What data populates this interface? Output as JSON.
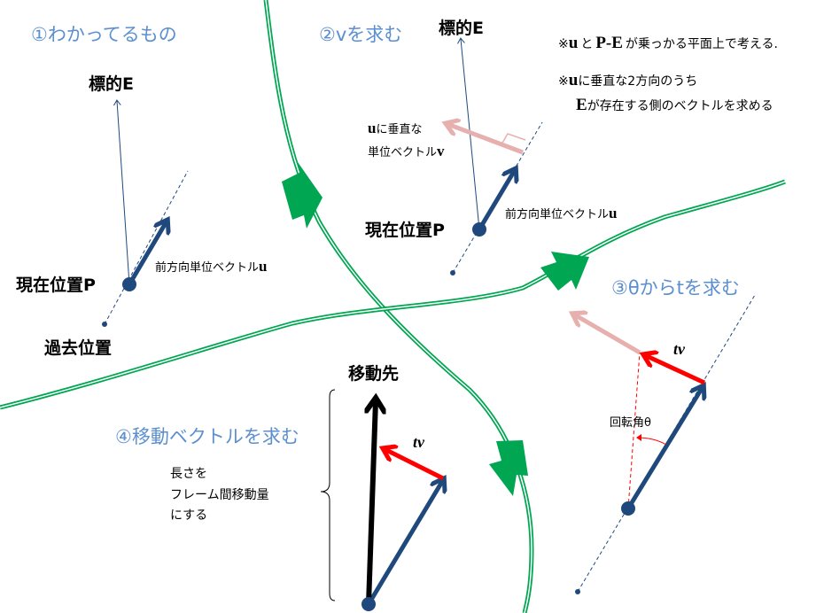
{
  "steps": {
    "s1": "①わかってるもの",
    "s2": "②vを求む",
    "s3": "③θからtを求む",
    "s4": "④移動ベクトルを求む"
  },
  "notes": {
    "line1_mark": "※",
    "line1_u": "u",
    "line1_to": "と",
    "line1_pe": "P-E",
    "line1_rest": "が乗っかる平面上で考える.",
    "line2_mark": "※",
    "line2_u": "u",
    "line2_rest": "に垂直な2方向のうち",
    "line3_e": "E",
    "line3_rest": "が存在する側のベクトルを求める"
  },
  "panel1": {
    "target": "標的E",
    "current": "現在位置P",
    "forward": "前方向単位ベクトル",
    "forward_u": "u",
    "past": "過去位置"
  },
  "panel2": {
    "target": "標的E",
    "perp_u": "u",
    "perp_rest": "に垂直な",
    "unit_v": "単位ベクトル",
    "unit_v_sym": "v",
    "current": "現在位置P",
    "forward": "前方向単位ベクトル",
    "forward_u": "u"
  },
  "panel3": {
    "tv": "tv",
    "angle": "回転角θ"
  },
  "panel4": {
    "dest": "移動先",
    "tv": "tv",
    "note1": "長さを",
    "note2": "フレーム間移動量",
    "note3": "にする"
  },
  "colors": {
    "step": "#5B8FCF",
    "road": "#00A651",
    "vector": "#1F497D",
    "red": "#FF0000",
    "pink": "#E6B0AE"
  }
}
